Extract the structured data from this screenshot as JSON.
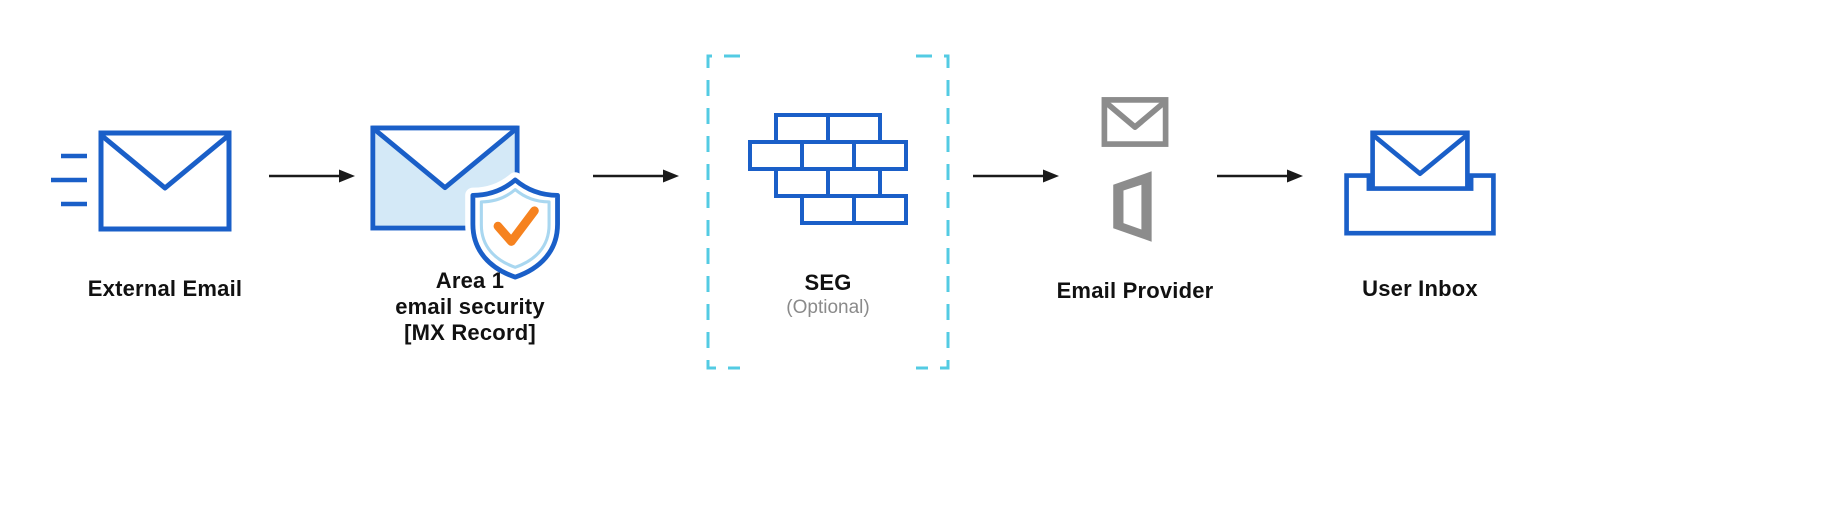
{
  "nodes": {
    "external_email": {
      "label": "External Email"
    },
    "area1": {
      "line1": "Area 1",
      "line2": "email security",
      "line3": "[MX Record]"
    },
    "seg": {
      "label": "SEG",
      "sublabel": "(Optional)"
    },
    "email_provider": {
      "label": "Email Provider"
    },
    "user_inbox": {
      "label": "User Inbox"
    }
  },
  "colors": {
    "blue": "#1A5FC8",
    "light_blue": "#D4E9F7",
    "shield_inner": "#A9D7F0",
    "cyan": "#53CBE3",
    "orange": "#F6821F",
    "gray": "#8C8C8C",
    "text": "#111111",
    "optional_gray": "#8A8A8A",
    "arrow": "#1A1A1A"
  }
}
